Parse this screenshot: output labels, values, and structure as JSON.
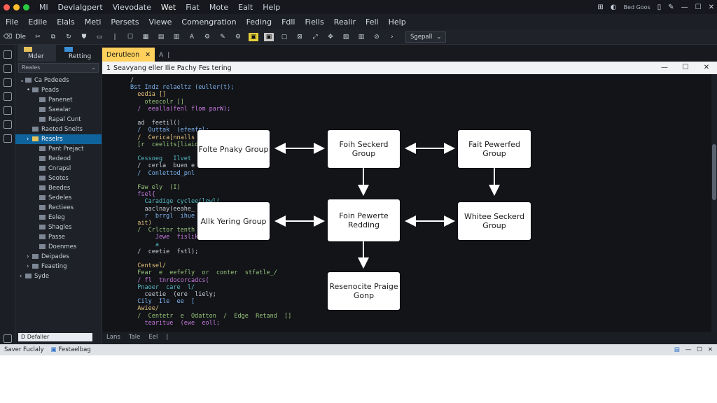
{
  "titlebar": {
    "title_items": [
      "Ml",
      "Devlalgpert",
      "Vievodate",
      "Wet",
      "Fiat",
      "Mote",
      "Ealt",
      "Help"
    ],
    "account": "Bed Goos"
  },
  "menubar": [
    "File",
    "Edile",
    "Elals",
    "Meti",
    "Persets",
    "Viewe",
    "Comengration",
    "Feding",
    "Fdll",
    "Fiells",
    "Realir",
    "Fell",
    "Help"
  ],
  "toolbar": {
    "open_label": "Dle",
    "dropdown": "Sgepall"
  },
  "sidebar": {
    "tab1": "Mder",
    "tab2": "Retting",
    "search": "Reales",
    "tree": [
      {
        "label": "Ca Pedeeds",
        "indent": 0,
        "arrow": "⌄"
      },
      {
        "label": "Peads",
        "indent": 1,
        "arrow": "•"
      },
      {
        "label": "Panenet",
        "indent": 2,
        "arrow": ""
      },
      {
        "label": "Saealar",
        "indent": 2,
        "arrow": ""
      },
      {
        "label": "Rapal Cunt",
        "indent": 2,
        "arrow": ""
      },
      {
        "label": "Raeted Snelts",
        "indent": 1,
        "arrow": ""
      },
      {
        "label": "Reselrs",
        "indent": 1,
        "arrow": "›",
        "selected": true
      },
      {
        "label": "Pant Prejact",
        "indent": 2,
        "arrow": ""
      },
      {
        "label": "Redeod",
        "indent": 2,
        "arrow": ""
      },
      {
        "label": "Cnrapsl",
        "indent": 2,
        "arrow": ""
      },
      {
        "label": "Seotes",
        "indent": 2,
        "arrow": ""
      },
      {
        "label": "Beedes",
        "indent": 2,
        "arrow": ""
      },
      {
        "label": "Sedeles",
        "indent": 2,
        "arrow": ""
      },
      {
        "label": "Rectiees",
        "indent": 2,
        "arrow": ""
      },
      {
        "label": "Eeleg",
        "indent": 2,
        "arrow": ""
      },
      {
        "label": "Shagles",
        "indent": 2,
        "arrow": ""
      },
      {
        "label": "Passe",
        "indent": 2,
        "arrow": ""
      },
      {
        "label": "Doenmes",
        "indent": 2,
        "arrow": ""
      },
      {
        "label": "Deipades",
        "indent": 1,
        "arrow": "›"
      },
      {
        "label": "Feaeting",
        "indent": 1,
        "arrow": "›"
      },
      {
        "label": "Syde",
        "indent": 0,
        "arrow": "›"
      }
    ],
    "bottom_input": "D Defaller"
  },
  "editor": {
    "tab_label": "Derutleon",
    "header": "Seavyang eller Ilie Pachy Fes tering",
    "code_lines": [
      "/",
      "Bst Indz relaeltz (euller(t);",
      "  eedia []",
      "    oteocolr []",
      "  /  eealla(fenl flom parW);",
      "",
      "  ad  feetil()",
      "  /  Outtak  (efenfnl;",
      "  /  Cerica[nnalls",
      "  [r  ceelits[liaids",
      "",
      "  Cessoeg   Ilvet",
      "  /  cerla  buen e",
      "  /  Conlettod_pnl",
      "",
      "  Faw ely  (I)",
      "  fsel{",
      "    Caradige cyclee(lewl(",
      "    aaclnay(eeahe_",
      "    r  brrgl  ihue",
      "  ait)",
      "  /  Crlctor tenth",
      "       Jewe  fisliks",
      "       a",
      "  /  ceetie  fstl);",
      "",
      "  Centsel/",
      "  Fear  e  eefefly  or  conter  stfatle_/",
      "  / fl  tnrdocorcadcs(",
      "  Pnaoer  care  l/",
      "    ceetie  (ere  liely;",
      "  Cily  Ile  ee  [",
      "  Awiee/",
      "  /  Centetr  e  Odatton  /  Edge  Retand  []",
      "    tearitue  (ewe  eoll;"
    ],
    "nodes": [
      {
        "id": "n1",
        "label": "Folte Pnaky Group"
      },
      {
        "id": "n2",
        "label": "Foih Seckerd Group"
      },
      {
        "id": "n3",
        "label": "Fait Pewerfed Group"
      },
      {
        "id": "n4",
        "label": "Allk Yering Group"
      },
      {
        "id": "n5",
        "label": "Foin Pewerte Redding"
      },
      {
        "id": "n6",
        "label": "Whitee Seckerd Group"
      },
      {
        "id": "n7",
        "label": "Resenocite Praige Gonp"
      }
    ]
  },
  "bottomtabs": [
    "Lans",
    "Tale",
    "Eel"
  ],
  "statusbar": {
    "left": "Saver Fuclaly",
    "middle": "Festaelbag"
  }
}
